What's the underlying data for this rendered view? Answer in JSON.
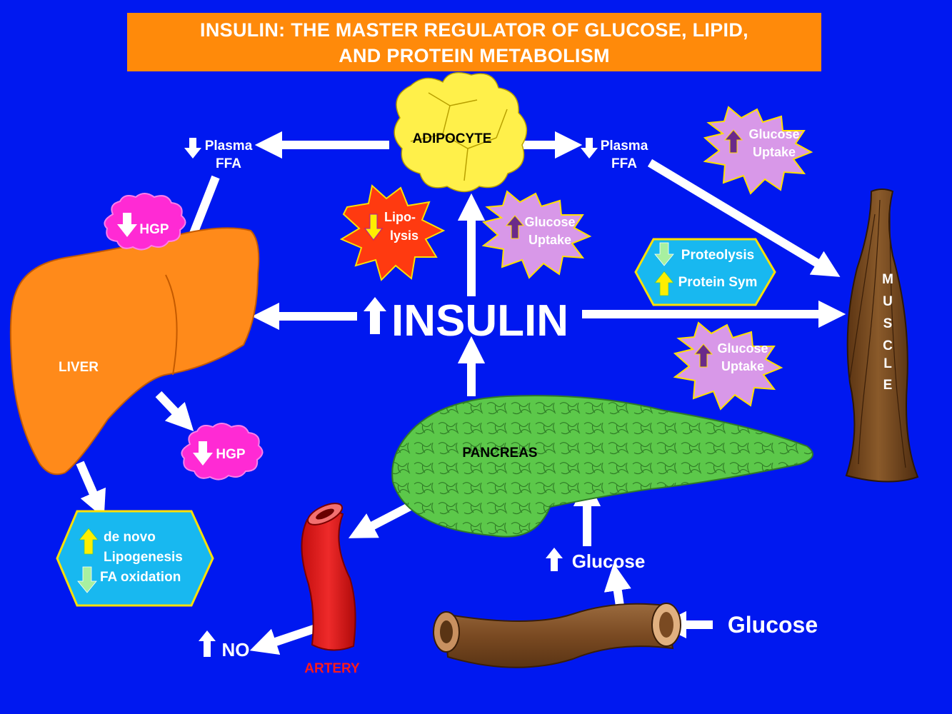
{
  "title": {
    "line1": "INSULIN: THE MASTER REGULATOR OF GLUCOSE, LIPID,",
    "line2": "AND PROTEIN METABOLISM"
  },
  "center": {
    "insulin": "INSULIN"
  },
  "organs": {
    "adipocyte": "ADIPOCYTE",
    "liver": "LIVER",
    "pancreas": "PANCREAS",
    "artery": "ARTERY",
    "muscle": [
      "M",
      "U",
      "S",
      "C",
      "L",
      "E"
    ]
  },
  "ffa_left": {
    "line1": "Plasma",
    "line2": "FFA"
  },
  "ffa_right": {
    "line1": "Plasma",
    "line2": "FFA"
  },
  "hgp_top": "HGP",
  "hgp_bottom": "HGP",
  "lipolysis": {
    "line1": "Lipo-",
    "line2": "lysis"
  },
  "glucose_uptake_adipocyte": {
    "line1": "Glucose",
    "line2": "Uptake"
  },
  "glucose_uptake_top_right": {
    "line1": "Glucose",
    "line2": "Uptake"
  },
  "glucose_uptake_muscle": {
    "line1": "Glucose",
    "line2": "Uptake"
  },
  "protein_box": {
    "proteolysis": "Proteolysis",
    "protein_sym": "Protein Sym"
  },
  "liver_box": {
    "line1": "de novo",
    "line2": "Lipogenesis",
    "line3": "FA oxidation"
  },
  "glucose_blood": "Glucose",
  "glucose_gut": "Glucose",
  "no_label": "NO",
  "colors": {
    "background": "#0018f0",
    "title_bg": "#ff8a0a",
    "liver": "#ff8a1a",
    "adipocyte": "#fff04a",
    "pancreas": "#5cc84a",
    "artery": "#e01818",
    "muscle": "#7a4a1e",
    "hgp_cloud": "#ff2ad4",
    "burst_purple": "#d898e8",
    "burst_red": "#ff3a10",
    "info_box": "#18b8f0"
  }
}
